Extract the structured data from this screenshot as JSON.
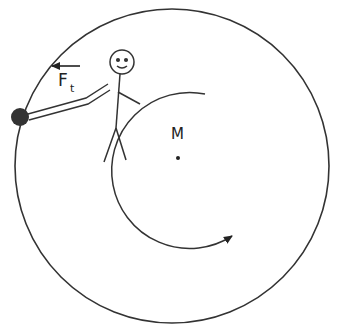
{
  "diagram": {
    "labels": [
      "F",
      "t",
      "M"
    ]
  }
}
